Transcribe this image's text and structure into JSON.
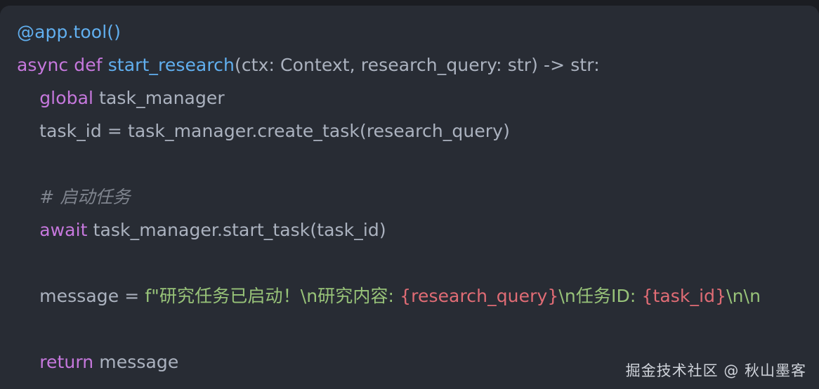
{
  "window": {
    "background_color": "#1b1d22",
    "card_background_color": "#282c34"
  },
  "theme": {
    "name": "one-dark",
    "foreground": "#abb2bf",
    "decorator": "#61afef",
    "keyword": "#c678dd",
    "function": "#61afef",
    "comment": "#7f848e",
    "string": "#98c379",
    "interpolation": "#e06c75"
  },
  "code": {
    "language": "python",
    "lines": [
      {
        "index": 1,
        "text": "@app.tool()",
        "tokens": [
          {
            "t": "@app.tool()",
            "k": "decorator"
          }
        ]
      },
      {
        "index": 2,
        "text": "async def start_research(ctx: Context, research_query: str) -> str:",
        "tokens": [
          {
            "t": "async def ",
            "k": "keyword"
          },
          {
            "t": "start_research",
            "k": "func"
          },
          {
            "t": "(ctx: Context, research_query: str) -> str:",
            "k": "plain"
          }
        ]
      },
      {
        "index": 3,
        "text": "    global task_manager",
        "tokens": [
          {
            "t": "    ",
            "k": "plain"
          },
          {
            "t": "global",
            "k": "keyword"
          },
          {
            "t": " task_manager",
            "k": "plain"
          }
        ]
      },
      {
        "index": 4,
        "text": "    task_id = task_manager.create_task(research_query)",
        "tokens": [
          {
            "t": "    task_id = task_manager.create_task(research_query)",
            "k": "plain"
          }
        ]
      },
      {
        "index": 5,
        "text": "",
        "tokens": []
      },
      {
        "index": 6,
        "text": "    # 启动任务",
        "tokens": [
          {
            "t": "    ",
            "k": "plain"
          },
          {
            "t": "# 启动任务",
            "k": "comment"
          }
        ]
      },
      {
        "index": 7,
        "text": "    await task_manager.start_task(task_id)",
        "tokens": [
          {
            "t": "    ",
            "k": "plain"
          },
          {
            "t": "await",
            "k": "keyword"
          },
          {
            "t": " task_manager.start_task(task_id)",
            "k": "plain"
          }
        ]
      },
      {
        "index": 8,
        "text": "",
        "tokens": []
      },
      {
        "index": 9,
        "text": "    message = f\"研究任务已启动！\\n研究内容: {research_query}\\n任务ID: {task_id}\\n\\n",
        "tokens": [
          {
            "t": "    message = ",
            "k": "plain"
          },
          {
            "t": "f\"研究任务已启动！\\n研究内容: ",
            "k": "string"
          },
          {
            "t": "{research_query}",
            "k": "interp"
          },
          {
            "t": "\\n任务ID: ",
            "k": "string"
          },
          {
            "t": "{task_id}",
            "k": "interp"
          },
          {
            "t": "\\n\\n",
            "k": "string"
          }
        ]
      },
      {
        "index": 10,
        "text": "",
        "tokens": []
      },
      {
        "index": 11,
        "text": "    return message",
        "tokens": [
          {
            "t": "    ",
            "k": "plain"
          },
          {
            "t": "return",
            "k": "keyword"
          },
          {
            "t": " message",
            "k": "plain"
          }
        ]
      }
    ]
  },
  "watermark": {
    "text": "掘金技术社区 @ 秋山墨客"
  }
}
